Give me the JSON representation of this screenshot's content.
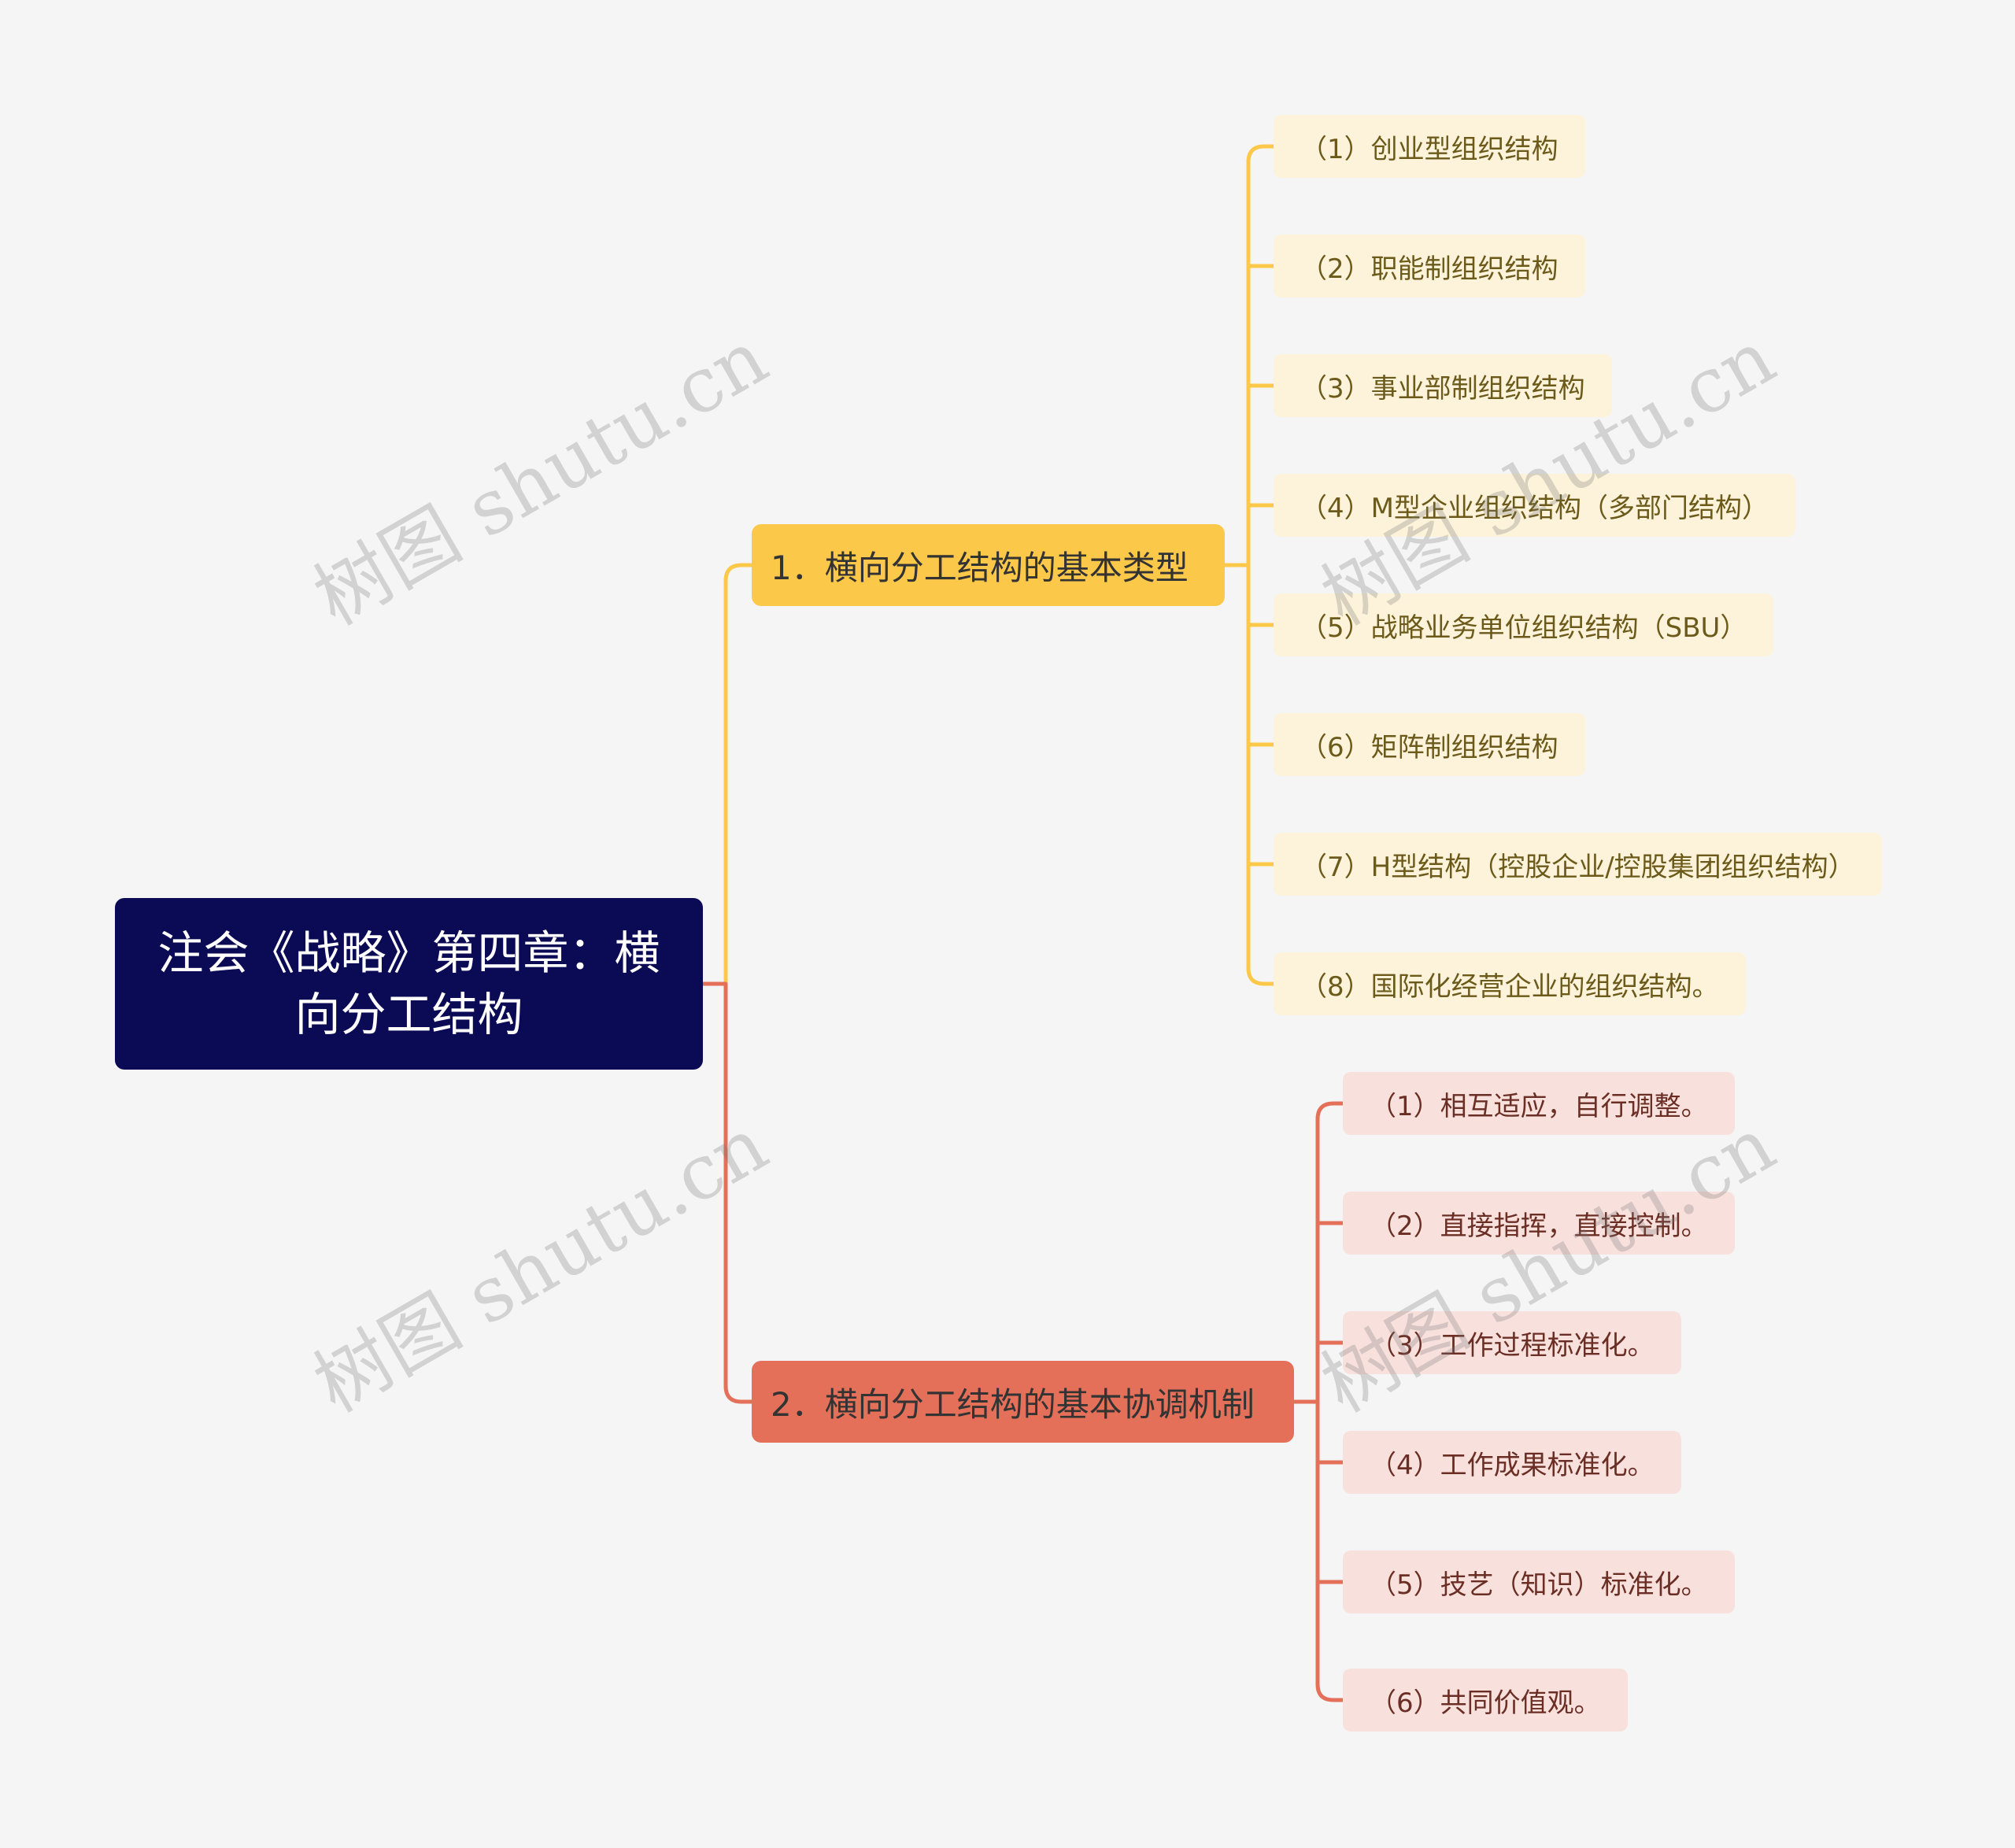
{
  "root": {
    "title_line1": "注会《战略》第四章：横",
    "title_line2": "向分工结构"
  },
  "branches": [
    {
      "label": "1．横向分工结构的基本类型",
      "color": "#fbc84a",
      "children": [
        "（1）创业型组织结构",
        "（2）职能制组织结构",
        "（3）事业部制组织结构",
        "（4）M型企业组织结构（多部门结构）",
        "（5）战略业务单位组织结构（SBU）",
        "（6）矩阵制组织结构",
        "（7）H型结构（控股企业/控股集团组织结构）",
        "（8）国际化经营企业的组织结构。"
      ]
    },
    {
      "label": "2．横向分工结构的基本协调机制",
      "color": "#e4705a",
      "children": [
        "（1）相互适应，自行调整。",
        "（2）直接指挥，直接控制。",
        "（3）工作过程标准化。",
        "（4）工作成果标准化。",
        "（5）技艺（知识）标准化。",
        "（6）共同价值观。"
      ]
    }
  ],
  "watermark": "树图 shutu.cn",
  "colors": {
    "background": "#f5f5f5",
    "root": "#0b0b55",
    "leaf_yellow": "#fdf3da",
    "leaf_red": "#f8e1dd"
  }
}
